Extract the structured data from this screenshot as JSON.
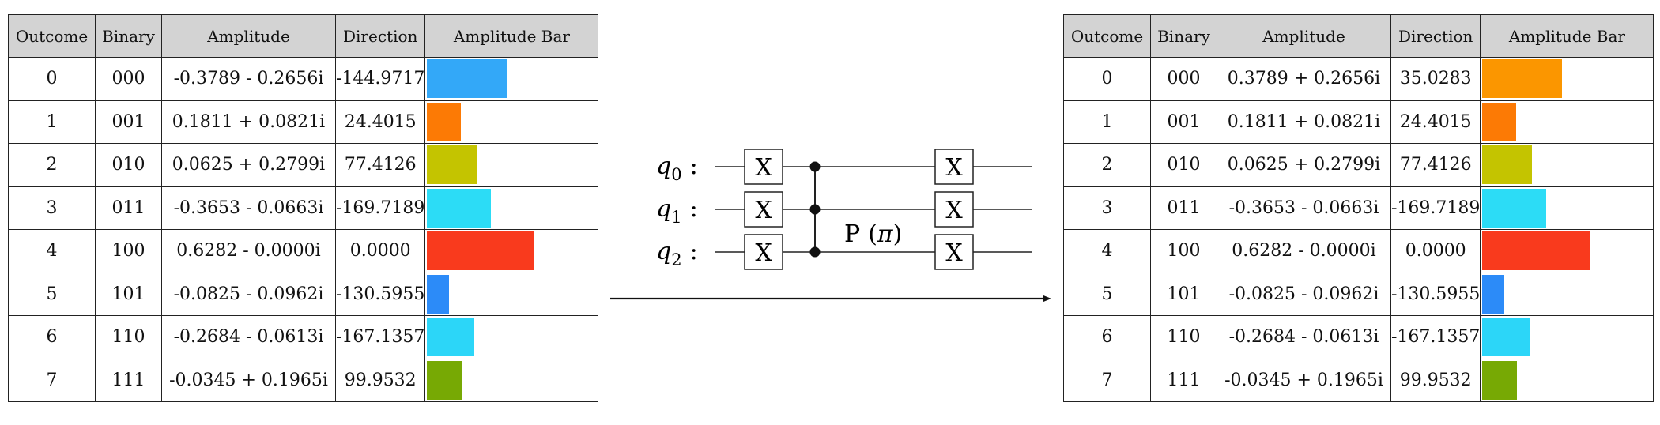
{
  "headers": [
    "Outcome",
    "Binary",
    "Amplitude",
    "Direction",
    "Amplitude Bar"
  ],
  "left_table": {
    "rows": [
      {
        "outcome": "0",
        "binary": "000",
        "amplitude": "-0.3789 - 0.2656i",
        "direction": "-144.9717",
        "magnitude": 0.4627,
        "color": "#33a8f8"
      },
      {
        "outcome": "1",
        "binary": "001",
        "amplitude": "0.1811 + 0.0821i",
        "direction": "24.4015",
        "magnitude": 0.1988,
        "color": "#fc7a05"
      },
      {
        "outcome": "2",
        "binary": "010",
        "amplitude": "0.0625 + 0.2799i",
        "direction": "77.4126",
        "magnitude": 0.2868,
        "color": "#c4c400"
      },
      {
        "outcome": "3",
        "binary": "011",
        "amplitude": "-0.3653 - 0.0663i",
        "direction": "-169.7189",
        "magnitude": 0.3713,
        "color": "#2cdcf6"
      },
      {
        "outcome": "4",
        "binary": "100",
        "amplitude": "0.6282 - 0.0000i",
        "direction": "0.0000",
        "magnitude": 0.6282,
        "color": "#f93a1d"
      },
      {
        "outcome": "5",
        "binary": "101",
        "amplitude": "-0.0825 - 0.0962i",
        "direction": "-130.5955",
        "magnitude": 0.1267,
        "color": "#2c8bf8"
      },
      {
        "outcome": "6",
        "binary": "110",
        "amplitude": "-0.2684 - 0.0613i",
        "direction": "-167.1357",
        "magnitude": 0.2753,
        "color": "#2cd6f8"
      },
      {
        "outcome": "7",
        "binary": "111",
        "amplitude": "-0.0345 + 0.1965i",
        "direction": "99.9532",
        "magnitude": 0.1995,
        "color": "#77a904"
      }
    ]
  },
  "right_table": {
    "rows": [
      {
        "outcome": "0",
        "binary": "000",
        "amplitude": "0.3789 + 0.2656i",
        "direction": "35.0283",
        "magnitude": 0.4627,
        "color": "#fb9600"
      },
      {
        "outcome": "1",
        "binary": "001",
        "amplitude": "0.1811 + 0.0821i",
        "direction": "24.4015",
        "magnitude": 0.1988,
        "color": "#fc7a05"
      },
      {
        "outcome": "2",
        "binary": "010",
        "amplitude": "0.0625 + 0.2799i",
        "direction": "77.4126",
        "magnitude": 0.2868,
        "color": "#c4c400"
      },
      {
        "outcome": "3",
        "binary": "011",
        "amplitude": "-0.3653 - 0.0663i",
        "direction": "-169.7189",
        "magnitude": 0.3713,
        "color": "#2cdcf6"
      },
      {
        "outcome": "4",
        "binary": "100",
        "amplitude": "0.6282 - 0.0000i",
        "direction": "0.0000",
        "magnitude": 0.6282,
        "color": "#f93a1d"
      },
      {
        "outcome": "5",
        "binary": "101",
        "amplitude": "-0.0825 - 0.0962i",
        "direction": "-130.5955",
        "magnitude": 0.1267,
        "color": "#2c8bf8"
      },
      {
        "outcome": "6",
        "binary": "110",
        "amplitude": "-0.2684 - 0.0613i",
        "direction": "-167.1357",
        "magnitude": 0.2753,
        "color": "#2cd6f8"
      },
      {
        "outcome": "7",
        "binary": "111",
        "amplitude": "-0.0345 + 0.1965i",
        "direction": "99.9532",
        "magnitude": 0.1995,
        "color": "#77a904"
      }
    ]
  },
  "circuit": {
    "qubits": [
      {
        "letter": "q",
        "index": "0",
        "colon": ":"
      },
      {
        "letter": "q",
        "index": "1",
        "colon": ":"
      },
      {
        "letter": "q",
        "index": "2",
        "colon": ":"
      }
    ],
    "x_gate_label": "X",
    "phase_gate": {
      "name": "P",
      "open": "(",
      "param": "π",
      "close": ")"
    }
  }
}
